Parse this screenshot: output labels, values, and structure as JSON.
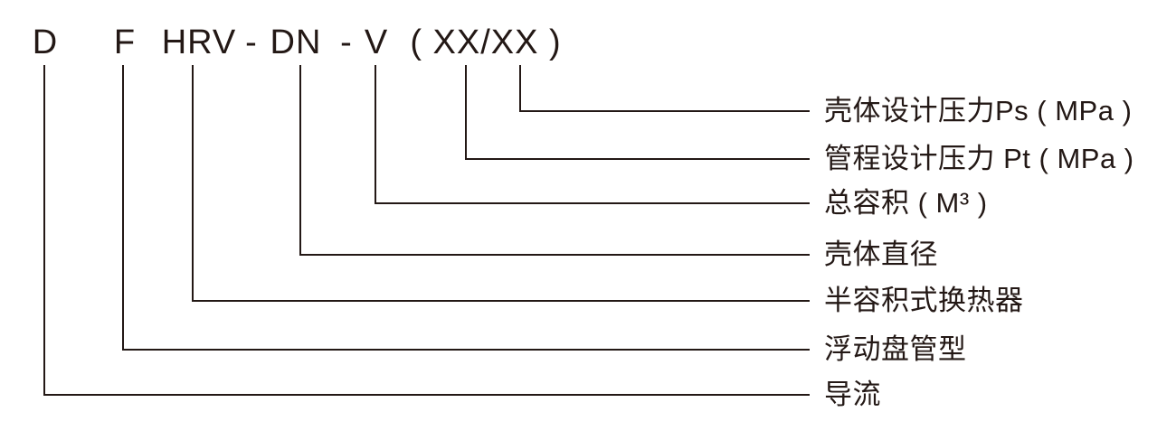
{
  "model_code": {
    "tokens": [
      "D",
      "F",
      "HRV",
      "-",
      "DN",
      "-",
      "V",
      "( XX/XX )"
    ]
  },
  "labels": {
    "shell_design_pressure": "壳体设计压力Ps ( MPa )",
    "tube_design_pressure": "管程设计压力 Pt ( MPa )",
    "total_volume": "总容积 ( M³ )",
    "shell_diameter": "壳体直径",
    "semi_volumetric_heat_exchanger": "半容积式换热器",
    "floating_coil_type": "浮动盘管型",
    "flow_guide": "导流"
  },
  "colors": {
    "ink": "#231815",
    "background": "#ffffff"
  }
}
